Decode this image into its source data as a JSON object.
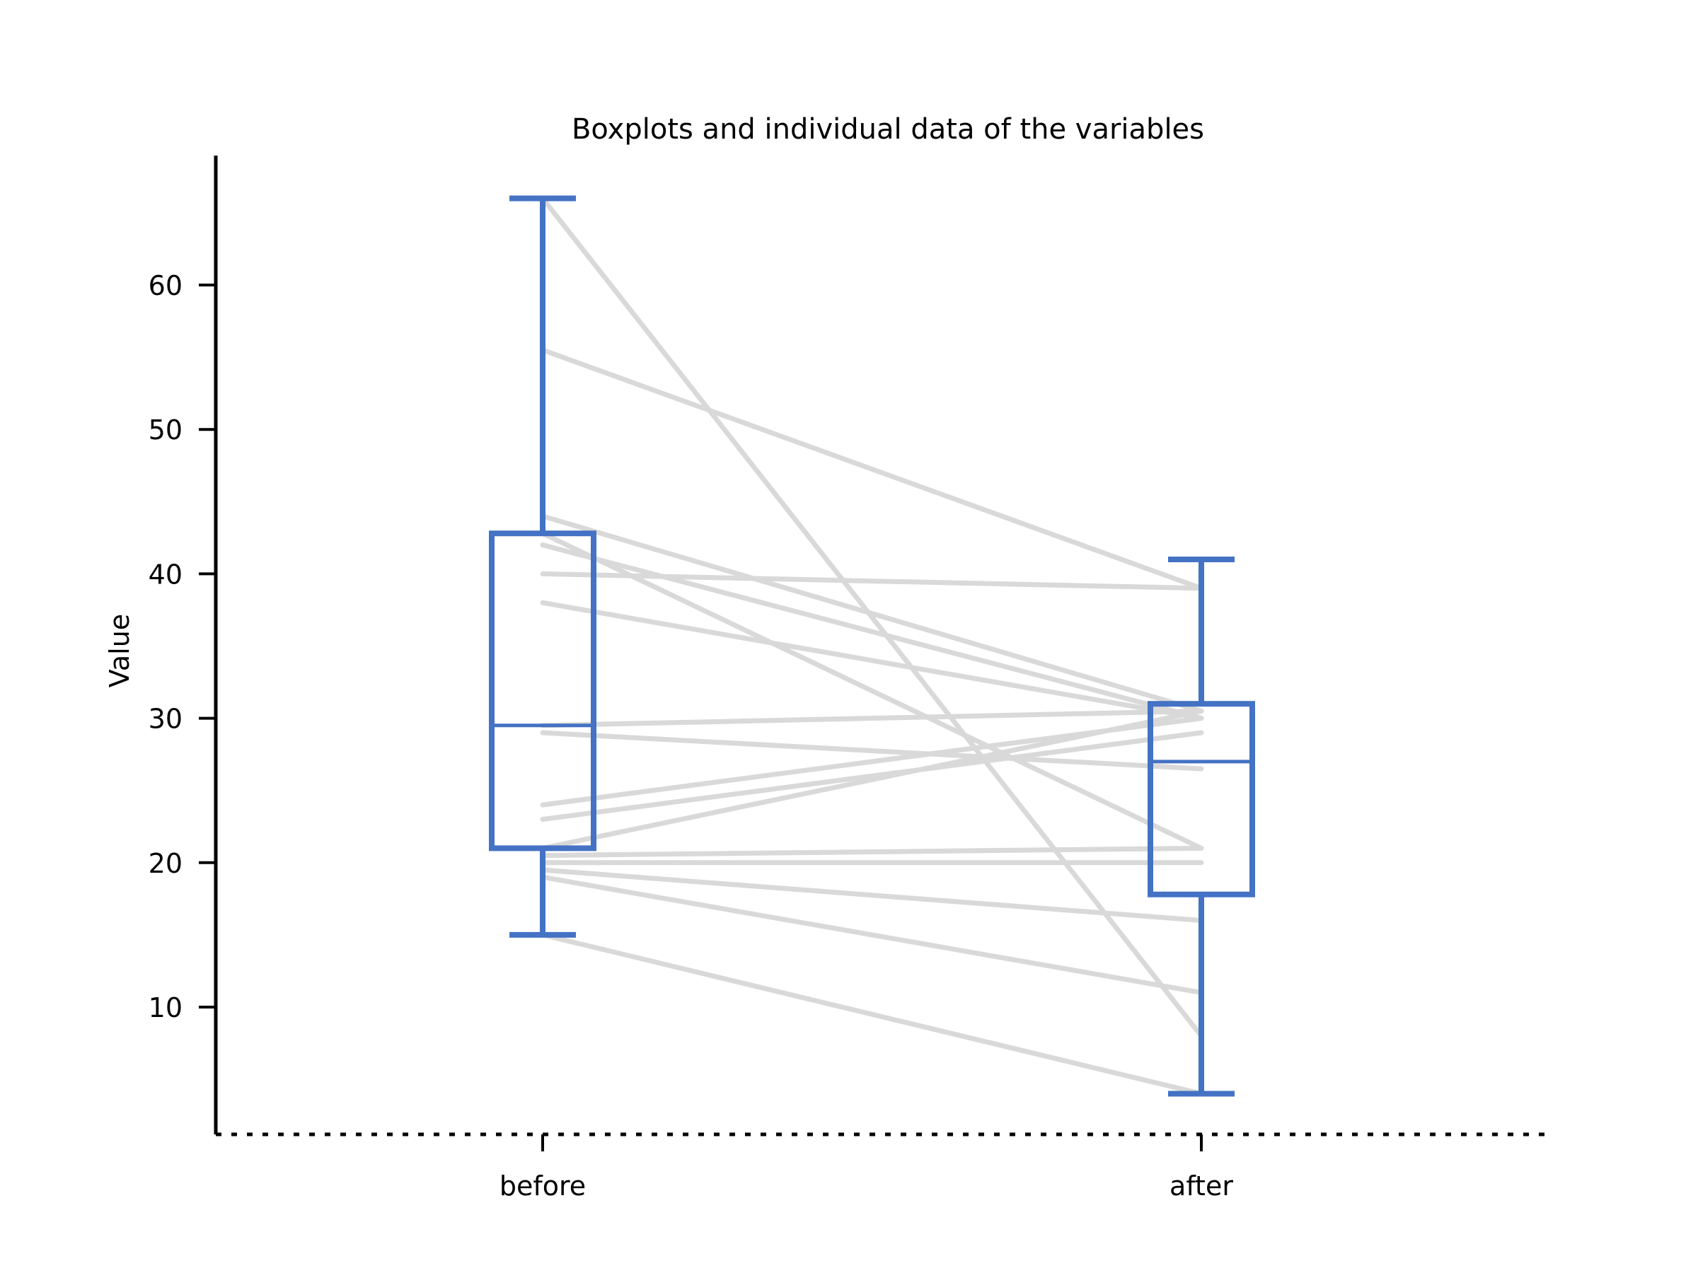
{
  "chart_data": {
    "type": "box",
    "title": "Boxplots and individual data of the variables",
    "xlabel": "",
    "ylabel": "Value",
    "categories": [
      "before",
      "after"
    ],
    "ytick_labels": [
      "10",
      "20",
      "30",
      "40",
      "50",
      "60"
    ],
    "yticks": [
      10,
      20,
      30,
      40,
      50,
      60
    ],
    "ylim": [
      1.5,
      68.5
    ],
    "grid": false,
    "legend": null,
    "box_color": "#4472c4",
    "line_color": "#d9d9d9",
    "axis_color": "#000000",
    "baseline_style": "dotted",
    "boxes": [
      {
        "name": "before",
        "whisker_low": 15,
        "q1": 21,
        "median": 29.5,
        "q3": 42.8,
        "whisker_high": 66,
        "outliers": []
      },
      {
        "name": "after",
        "whisker_low": 4,
        "q1": 17.8,
        "median": 27,
        "q3": 31,
        "whisker_high": 41,
        "outliers": []
      }
    ],
    "paired_lines": [
      {
        "before": 66.0,
        "after": 8.0
      },
      {
        "before": 55.5,
        "after": 39.0
      },
      {
        "before": 44.0,
        "after": 30.5
      },
      {
        "before": 42.0,
        "after": 30.0
      },
      {
        "before": 40.0,
        "after": 39.0
      },
      {
        "before": 38.0,
        "after": 30.0
      },
      {
        "before": 29.5,
        "after": 30.5
      },
      {
        "before": 29.0,
        "after": 26.5
      },
      {
        "before": 24.0,
        "after": 30.0
      },
      {
        "before": 23.0,
        "after": 29.0
      },
      {
        "before": 20.5,
        "after": 21.0
      },
      {
        "before": 20.0,
        "after": 20.0
      },
      {
        "before": 19.5,
        "after": 16.0
      },
      {
        "before": 19.0,
        "after": 11.0
      },
      {
        "before": 15.0,
        "after": 4.0
      },
      {
        "before": 42.8,
        "after": 21.0
      },
      {
        "before": 21.0,
        "after": 30.5
      }
    ]
  },
  "axes": {
    "y_axis_title": "Value",
    "tick_before_label": "before",
    "tick_after_label": "after"
  }
}
